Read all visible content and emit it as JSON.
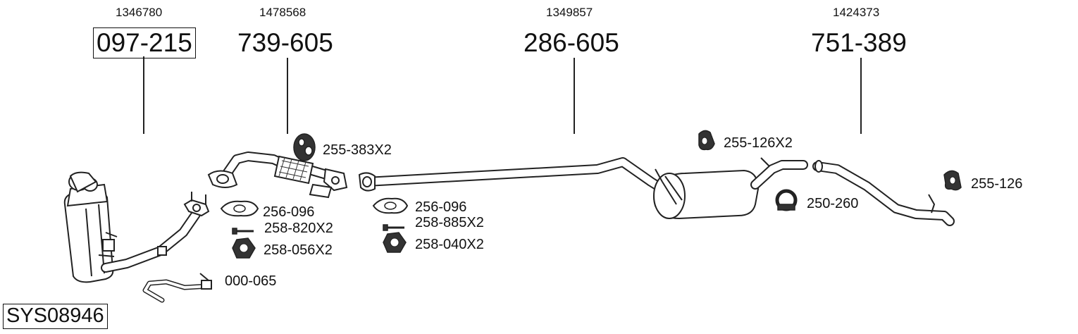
{
  "system_id": "SYS08946",
  "assemblies": [
    {
      "oem": "1346780",
      "part": "097-215",
      "boxed": true
    },
    {
      "oem": "1478568",
      "part": "739-605",
      "boxed": false
    },
    {
      "oem": "1349857",
      "part": "286-605",
      "boxed": false
    },
    {
      "oem": "1424373",
      "part": "751-389",
      "boxed": false
    }
  ],
  "fittings": {
    "hanger_1": "255-383X2",
    "gasket_1": "256-096",
    "bolt_1": "258-820X2",
    "nut_1": "258-056X2",
    "sensor_pipe": "000-065",
    "gasket_2": "256-096",
    "bolt_2": "258-885X2",
    "nut_2": "258-040X2",
    "hanger_2": "255-126X2",
    "clamp": "250-260",
    "hanger_3": "255-126"
  }
}
